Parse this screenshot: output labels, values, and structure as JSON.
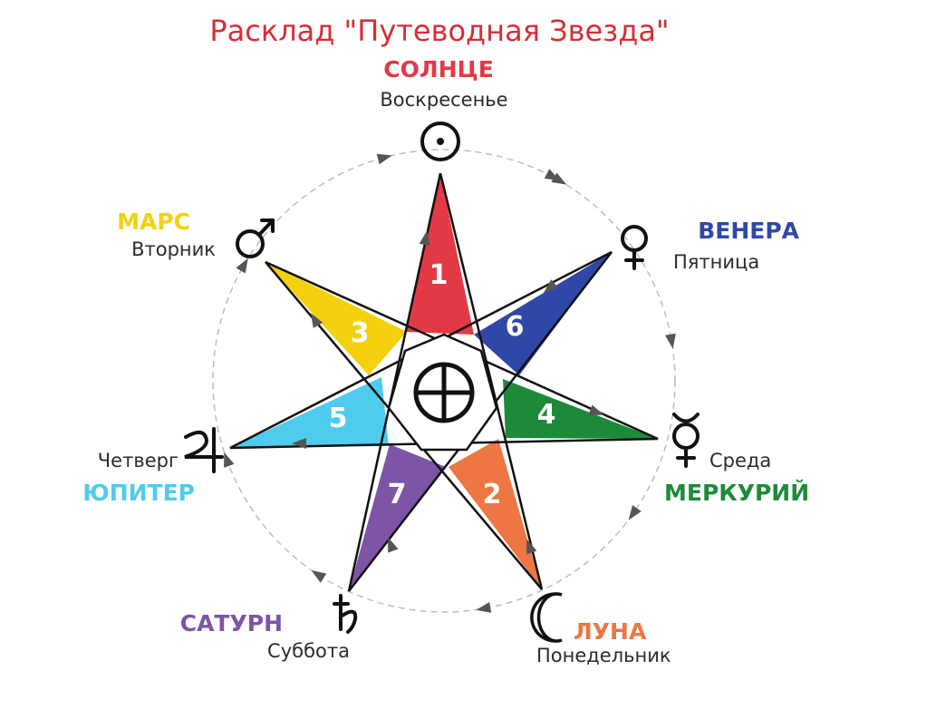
{
  "title": "Расклад \"Путеводная Звезда\"",
  "colors": {
    "title": "#d62e36",
    "sun": "#e23a45",
    "venus": "#2f48a8",
    "mercury": "#1d8a3a",
    "moon": "#ee7642",
    "saturn": "#7e54a6",
    "jupiter": "#4fcbee",
    "mars": "#f3d10f"
  },
  "planets": [
    {
      "key": "sun",
      "name": "СОЛНЦЕ",
      "day": "Воскресенье",
      "symbol": "sun-symbol",
      "card": "1"
    },
    {
      "key": "venus",
      "name": "ВЕНЕРА",
      "day": "Пятница",
      "symbol": "venus-symbol",
      "card": "6"
    },
    {
      "key": "mercury",
      "name": "МЕРКУРИЙ",
      "day": "Среда",
      "symbol": "mercury-symbol",
      "card": "4"
    },
    {
      "key": "moon",
      "name": "ЛУНА",
      "day": "Понедельник",
      "symbol": "moon-symbol",
      "card": "2"
    },
    {
      "key": "saturn",
      "name": "САТУРН",
      "day": "Суббота",
      "symbol": "saturn-symbol",
      "card": "7"
    },
    {
      "key": "jupiter",
      "name": "ЮПИТЕР",
      "day": "Четверг",
      "symbol": "jupiter-symbol",
      "card": "5"
    },
    {
      "key": "mars",
      "name": "МАРС",
      "day": "Вторник",
      "symbol": "mars-symbol",
      "card": "3"
    }
  ],
  "center_symbol": "earth-cross-symbol"
}
